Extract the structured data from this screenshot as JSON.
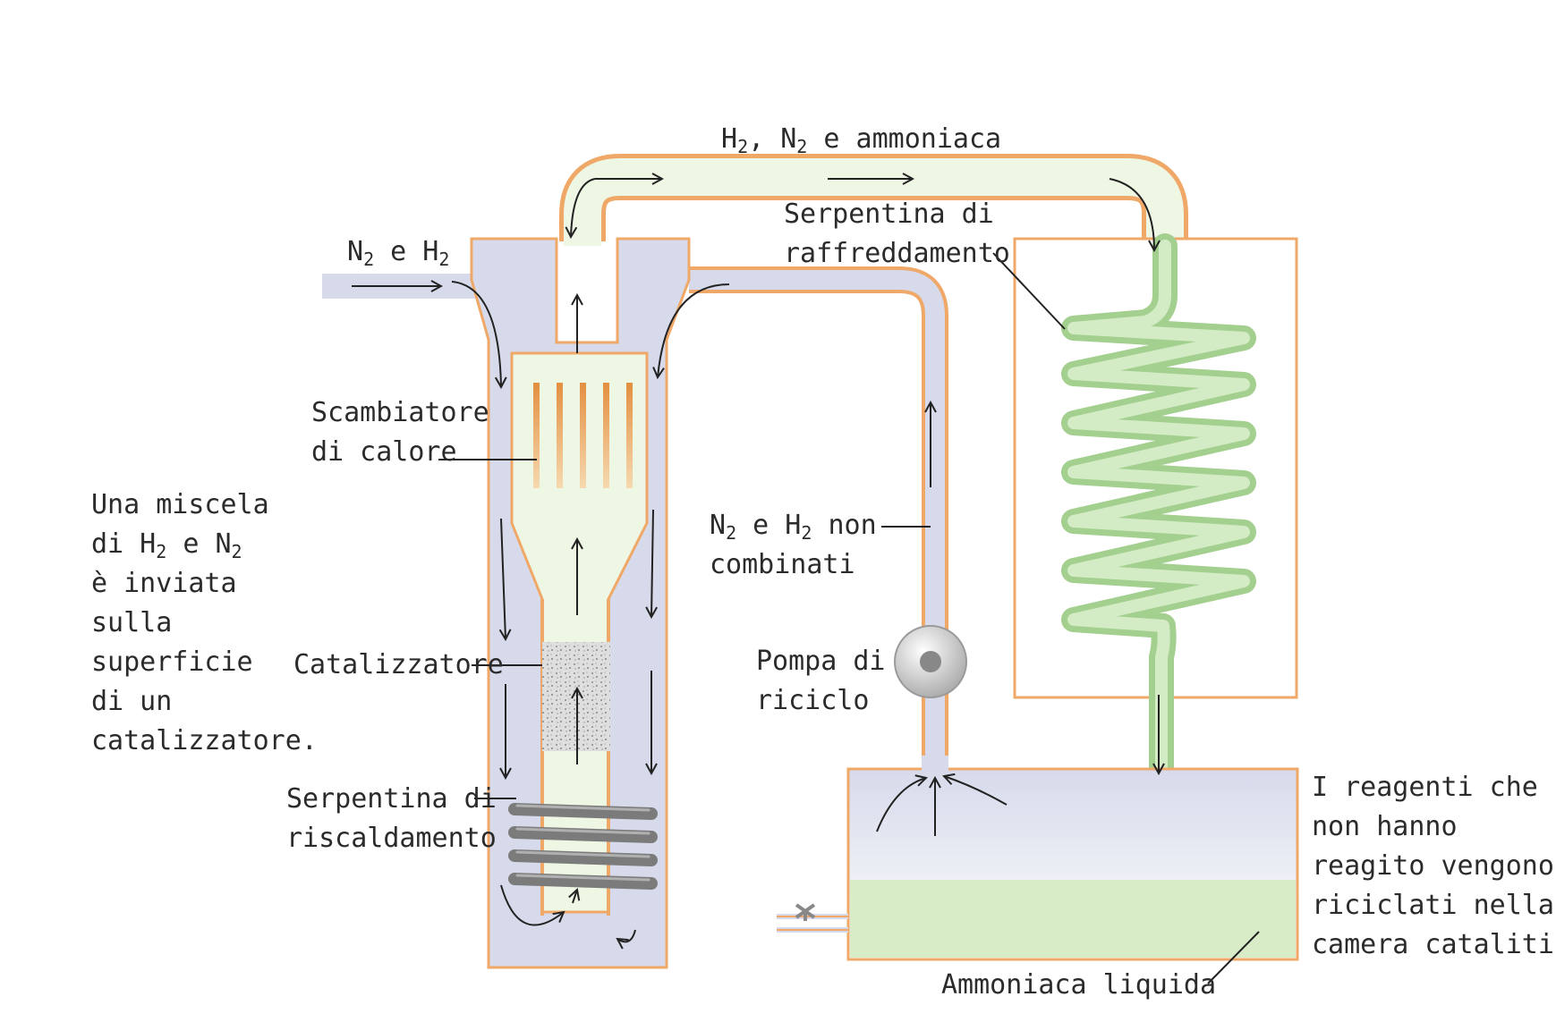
{
  "labels": {
    "top_flow": [
      "H",
      "2",
      ", N",
      "2",
      " e ammoniaca"
    ],
    "inlet": [
      "N",
      "2",
      " e H",
      "2"
    ],
    "cooling_coil": [
      "Serpentina di",
      "raffreddamento"
    ],
    "heat_exchanger": [
      "Scambiatore",
      "di calore"
    ],
    "intro": [
      "Una miscela",
      "di H",
      "2",
      " e N",
      "2",
      "è inviata",
      "sulla",
      "superficie",
      "di un",
      "catalizzatore."
    ],
    "uncombined": [
      "N",
      "2",
      " e H",
      "2",
      " non",
      "combinati"
    ],
    "catalyst": "Catalizzatore",
    "pump": [
      "Pompa di",
      "riciclo"
    ],
    "heating_coil": [
      "Serpentina di",
      "riscaldamento"
    ],
    "recycle_note": [
      "I reagenti che",
      "non hanno",
      "reagito vengono",
      "riciclati nella",
      "camera catalitica."
    ],
    "liquid_ammonia": "Ammoniaca liquida"
  },
  "colors": {
    "pipe_outline": "#f0a868",
    "reactor_gas": "#d6daea",
    "mixture": "#eef6e4",
    "condenser_green": "#b8dca6",
    "liquid": "#d7ecc7",
    "heater_coil": "#7b7b7b",
    "arrow": "#222222"
  }
}
